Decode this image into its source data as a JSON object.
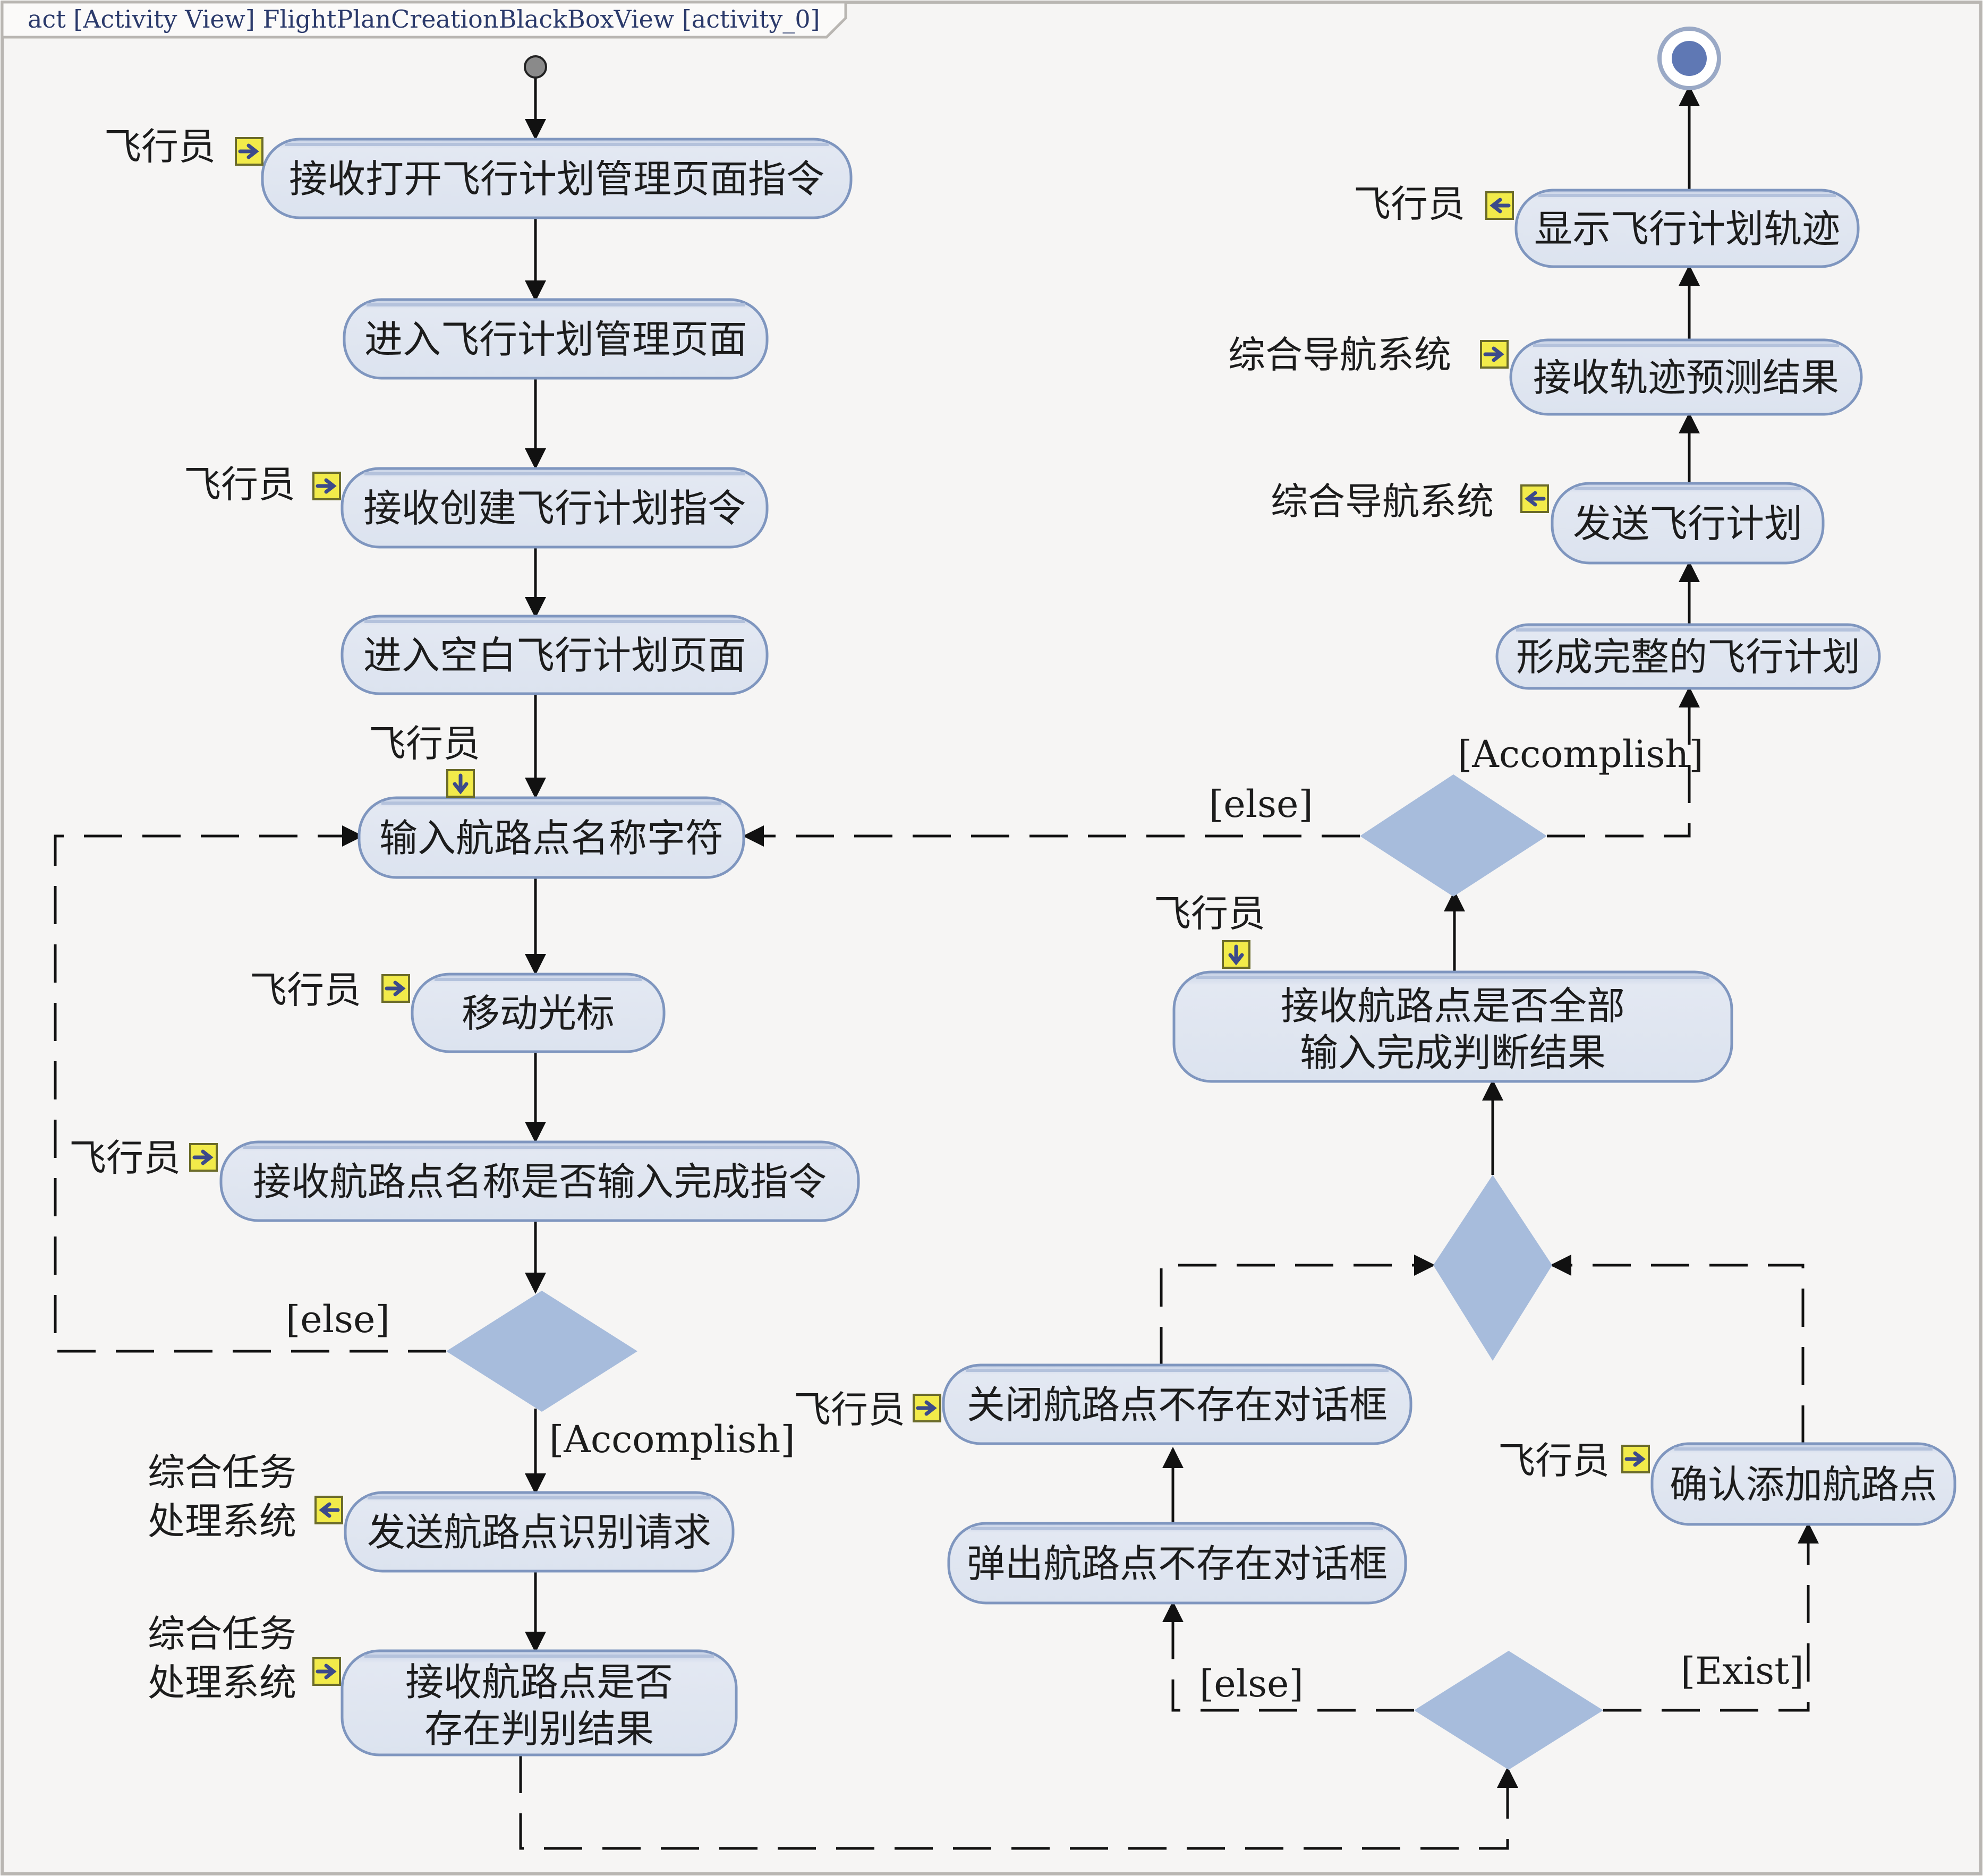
{
  "frame": {
    "title": "act [Activity View] FlightPlanCreationBlackBoxView [activity_0]"
  },
  "actions": {
    "a1": {
      "line1": "接收打开飞行计划管理页面指令",
      "line2": ""
    },
    "a2": {
      "line1": "进入飞行计划管理页面",
      "line2": ""
    },
    "a3": {
      "line1": "接收创建飞行计划指令",
      "line2": ""
    },
    "a4": {
      "line1": "进入空白飞行计划页面",
      "line2": ""
    },
    "a5": {
      "line1": "输入航路点名称字符",
      "line2": ""
    },
    "a6": {
      "line1": "移动光标",
      "line2": ""
    },
    "a7": {
      "line1": "接收航路点名称是否输入完成指令",
      "line2": ""
    },
    "a8": {
      "line1": "发送航路点识别请求",
      "line2": ""
    },
    "a9": {
      "line1": "接收航路点是否",
      "line2": "存在判别结果"
    },
    "a10": {
      "line1": "弹出航路点不存在对话框",
      "line2": ""
    },
    "a11": {
      "line1": "关闭航路点不存在对话框",
      "line2": ""
    },
    "a12": {
      "line1": "确认添加航路点",
      "line2": ""
    },
    "a13": {
      "line1": "接收航路点是否全部",
      "line2": "输入完成判断结果"
    },
    "a14": {
      "line1": "形成完整的飞行计划",
      "line2": ""
    },
    "a15": {
      "line1": "发送飞行计划",
      "line2": ""
    },
    "a16": {
      "line1": "接收轨迹预测结果",
      "line2": ""
    },
    "a17": {
      "line1": "显示飞行计划轨迹",
      "line2": ""
    }
  },
  "actors": {
    "a1": {
      "line1": "飞行员",
      "line2": ""
    },
    "a3": {
      "line1": "飞行员",
      "line2": ""
    },
    "a5": {
      "line1": "飞行员",
      "line2": ""
    },
    "a6": {
      "line1": "飞行员",
      "line2": ""
    },
    "a7": {
      "line1": "飞行员",
      "line2": ""
    },
    "a8": {
      "line1": "综合任务",
      "line2": "处理系统"
    },
    "a9": {
      "line1": "综合任务",
      "line2": "处理系统"
    },
    "a11": {
      "line1": "飞行员",
      "line2": ""
    },
    "a12": {
      "line1": "飞行员",
      "line2": ""
    },
    "a13": {
      "line1": "飞行员",
      "line2": ""
    },
    "a15": {
      "line1": "综合导航系统",
      "line2": ""
    },
    "a16": {
      "line1": "综合导航系统",
      "line2": ""
    },
    "a17": {
      "line1": "飞行员",
      "line2": ""
    }
  },
  "guards": {
    "d1_else": "[else]",
    "d1_accomplish": "[Accomplish]",
    "d3_else": "[else]",
    "d3_exist": "[Exist]",
    "d4_else": "[else]",
    "d4_accomplish": "[Accomplish]"
  },
  "pin_kinds": {
    "a1": "in",
    "a3": "in",
    "a5": "down",
    "a6": "in",
    "a7": "in",
    "a8": "out",
    "a9": "in",
    "a11": "in",
    "a12": "in",
    "a13": "down",
    "a15": "out",
    "a16": "in",
    "a17": "out"
  },
  "colors": {
    "action_fill": "#dfe5f1",
    "action_stroke": "#7f96bf",
    "decision_fill": "#a7bcdc",
    "pin_fill": "#f2eb4a",
    "pin_stroke": "#6b6b2a",
    "pin_arrow": "#3c4a8a",
    "frame_fill": "#f6f5f4",
    "frame_stroke": "#b9b6b2"
  }
}
